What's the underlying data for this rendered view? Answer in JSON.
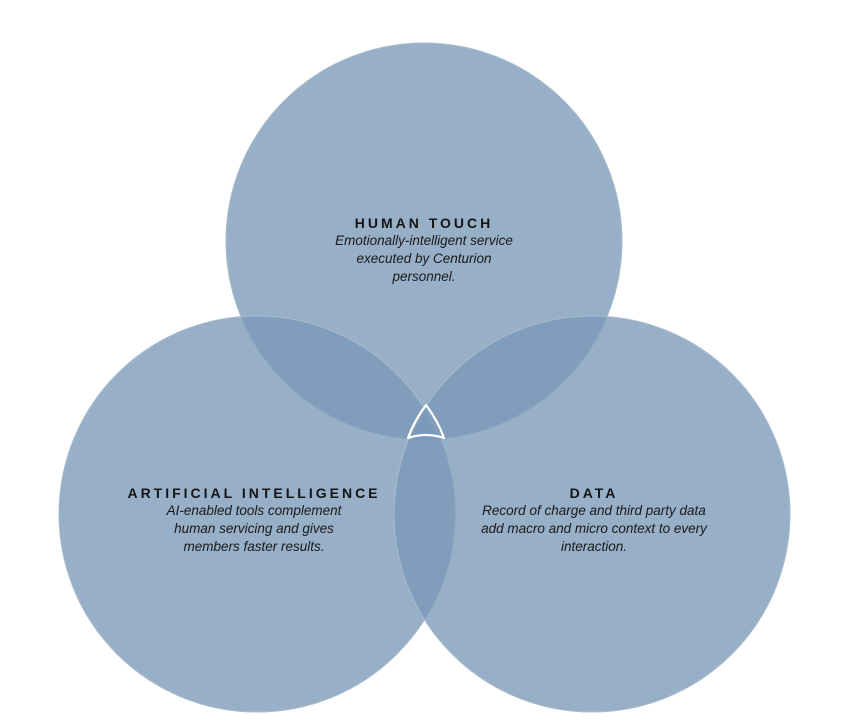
{
  "diagram": {
    "type": "venn",
    "colors": {
      "circle_fill": "#7a99b7",
      "circle_stroke": "#a9bccd",
      "center_marker_stroke": "#ffffff"
    },
    "sets": {
      "human_touch": {
        "title": "HUMAN TOUCH",
        "description_lines": [
          "Emotionally-intelligent service",
          "executed by Centurion",
          "personnel."
        ]
      },
      "artificial_intelligence": {
        "title": "ARTIFICIAL INTELLIGENCE",
        "description_lines": [
          "AI-enabled tools complement",
          "human servicing and gives",
          "members faster results."
        ]
      },
      "data": {
        "title": "DATA",
        "description_lines": [
          "Record of charge and third party data",
          "add macro and micro context to every",
          "interaction."
        ]
      }
    }
  }
}
